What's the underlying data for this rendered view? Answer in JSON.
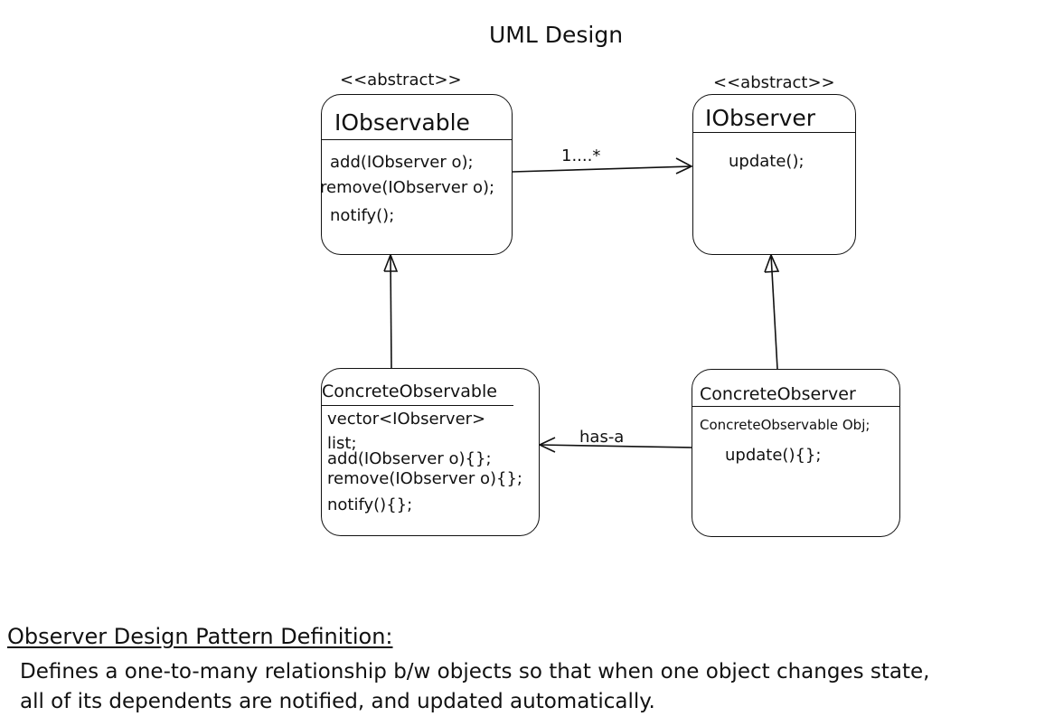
{
  "diagram": {
    "title": "UML Design",
    "classes": {
      "iobservable": {
        "stereotype": "<<abstract>>",
        "name": "IObservable",
        "methods": [
          "add(IObserver o);",
          "remove(IObserver o);",
          "notify();"
        ]
      },
      "iobserver": {
        "stereotype": "<<abstract>>",
        "name": "IObserver",
        "methods": [
          "update();"
        ]
      },
      "concrete_observable": {
        "name": "ConcreteObservable",
        "attributes": [
          "vector<IObserver>",
          "list;"
        ],
        "methods": [
          "add(IObserver o){};",
          "remove(IObserver o){};",
          "notify(){};"
        ]
      },
      "concrete_observer": {
        "name": "ConcreteObserver",
        "attributes": [
          "ConcreteObservable Obj;"
        ],
        "methods": [
          "update(){};"
        ]
      }
    },
    "relations": {
      "association_multiplicity": "1....*",
      "has_a_label": "has-a"
    }
  },
  "definition": {
    "heading": "Observer Design Pattern Definition:",
    "lines": [
      "Defines a one-to-many relationship b/w objects so that when one object changes state,",
      "all of its dependents are notified, and updated automatically."
    ]
  }
}
